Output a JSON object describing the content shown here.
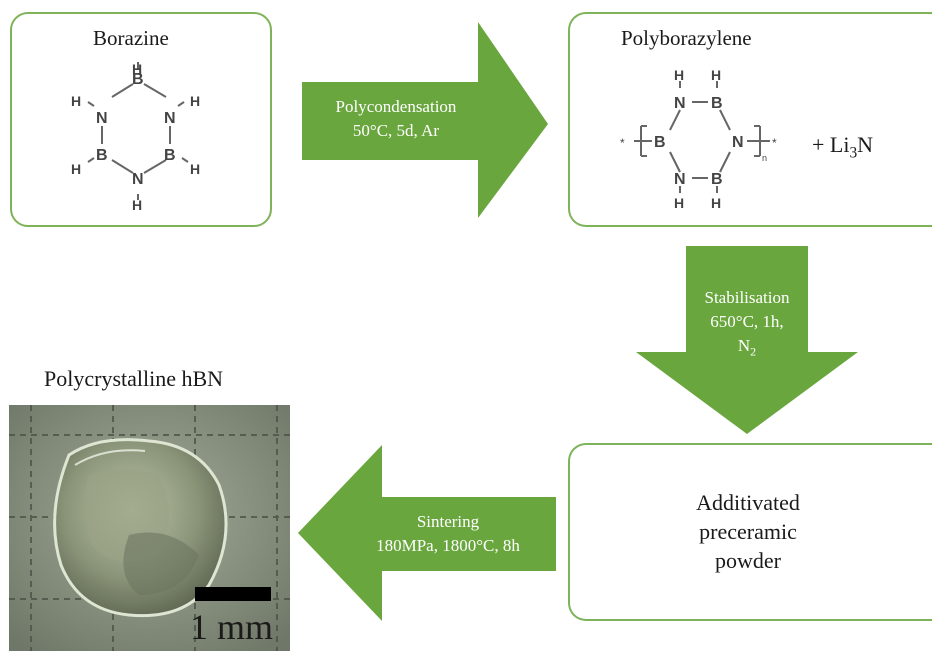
{
  "borazine": {
    "title": "Borazine",
    "atoms": {
      "B": "B",
      "N": "N",
      "H": "H"
    }
  },
  "polyborazylene": {
    "title": "Polyborazylene",
    "star": "*",
    "n": "n",
    "additive": {
      "prefix": "+ Li",
      "sub": "3",
      "suffix": "N"
    }
  },
  "steps": {
    "polycondensation": {
      "line1": "Polycondensation",
      "line2": "50°C, 5d, Ar"
    },
    "stabilisation": {
      "line1": "Stabilisation",
      "line2": "650°C, 1h,",
      "line3_main": "N",
      "line3_sub": "2"
    },
    "sintering": {
      "line1": "Sintering",
      "line2": "180MPa, 1800°C, 8h"
    }
  },
  "powder": {
    "line1": "Additivated",
    "line2": "preceramic",
    "line3": "powder"
  },
  "product": {
    "title": "Polycrystalline hBN",
    "scale": "1 mm"
  },
  "colors": {
    "arrow": "#6aa63e",
    "border": "#7fb35a",
    "photo_bg": "#8e9684",
    "grid": "#4d5248",
    "scale_bar": "#000000"
  }
}
